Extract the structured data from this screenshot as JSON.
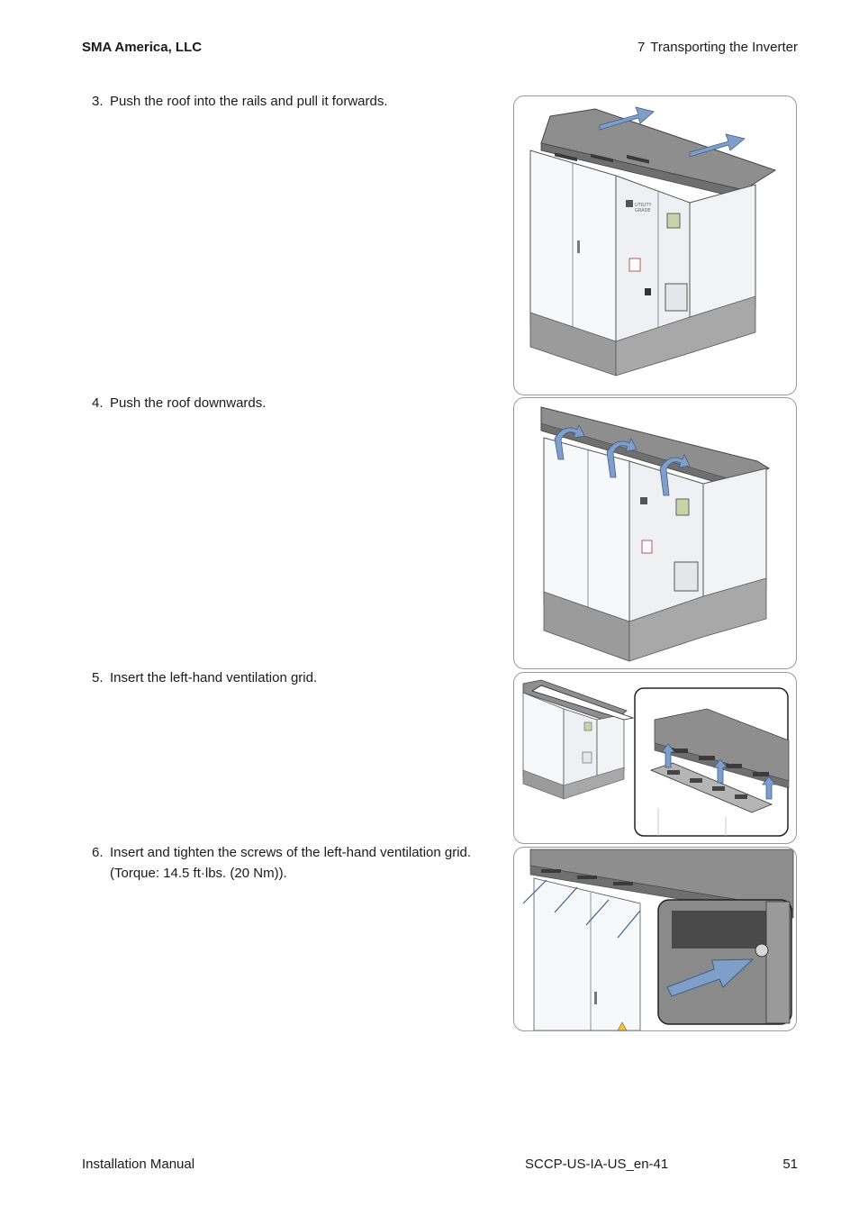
{
  "header": {
    "company": "SMA America, LLC",
    "chapter_number": "7",
    "chapter_title": "Transporting the Inverter"
  },
  "steps": [
    {
      "number": "3.",
      "text": "Push the roof into the rails and pull it forwards."
    },
    {
      "number": "4.",
      "text": "Push the roof downwards."
    },
    {
      "number": "5.",
      "text": "Insert the left-hand ventilation grid."
    },
    {
      "number": "6.",
      "text": "Insert and tighten the screws of the left-hand ventilation grid.",
      "text_line2": "(Torque: 14.5 ft·lbs. (20 Nm))."
    }
  ],
  "figure_labels": {
    "badge_line1": "UTILITY",
    "badge_line2": "GRADE"
  },
  "colors": {
    "arrow_blue": "#7f9fc8",
    "roof_gray": "#8e8e8e",
    "cabinet_white": "#f7f8fa",
    "base_gray": "#9b9b9b"
  },
  "footer": {
    "manual": "Installation Manual",
    "doc_code": "SCCP-US-IA-US_en-41",
    "page": "51"
  }
}
